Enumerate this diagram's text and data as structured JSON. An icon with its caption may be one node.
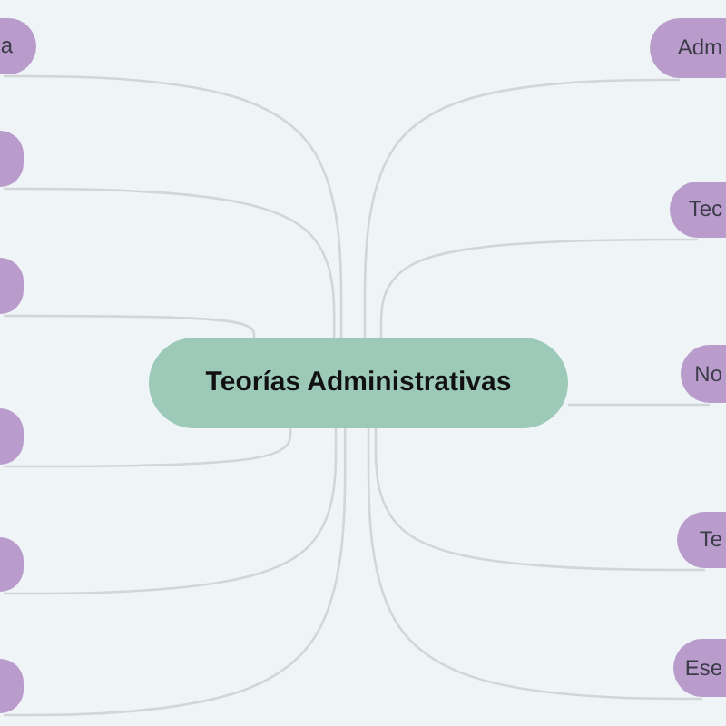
{
  "diagram": {
    "nodes": [
      {
        "text": [
          "Teorías Administrativas"
        ]
      },
      {
        "text": [
          "a"
        ]
      },
      {
        "text": [],
        "shape": "box"
      },
      {
        "text": [],
        "shape": "box"
      },
      {
        "text": [],
        "shape": "box"
      },
      {
        "text": [],
        "shape": "box"
      },
      {
        "text": [],
        "shape": "box"
      },
      {
        "text": [
          "Adm"
        ]
      },
      {
        "text": [
          "Tec"
        ]
      },
      {
        "text": [
          "No"
        ]
      },
      {
        "text": [
          "Te"
        ]
      },
      {
        "text": [
          "Ese"
        ]
      }
    ],
    "edges": [
      {
        "from": 0,
        "to": 1,
        "arrow": "none"
      },
      {
        "from": 0,
        "to": 2,
        "arrow": "none"
      },
      {
        "from": 0,
        "to": 3,
        "arrow": "none"
      },
      {
        "from": 0,
        "to": 4,
        "arrow": "none"
      },
      {
        "from": 0,
        "to": 5,
        "arrow": "none"
      },
      {
        "from": 0,
        "to": 6,
        "arrow": "none"
      },
      {
        "from": 0,
        "to": 7,
        "arrow": "none"
      },
      {
        "from": 0,
        "to": 8,
        "arrow": "none"
      },
      {
        "from": 0,
        "to": 9,
        "arrow": "none"
      },
      {
        "from": 0,
        "to": 10,
        "arrow": "none"
      },
      {
        "from": 0,
        "to": 11,
        "arrow": "none"
      }
    ]
  }
}
